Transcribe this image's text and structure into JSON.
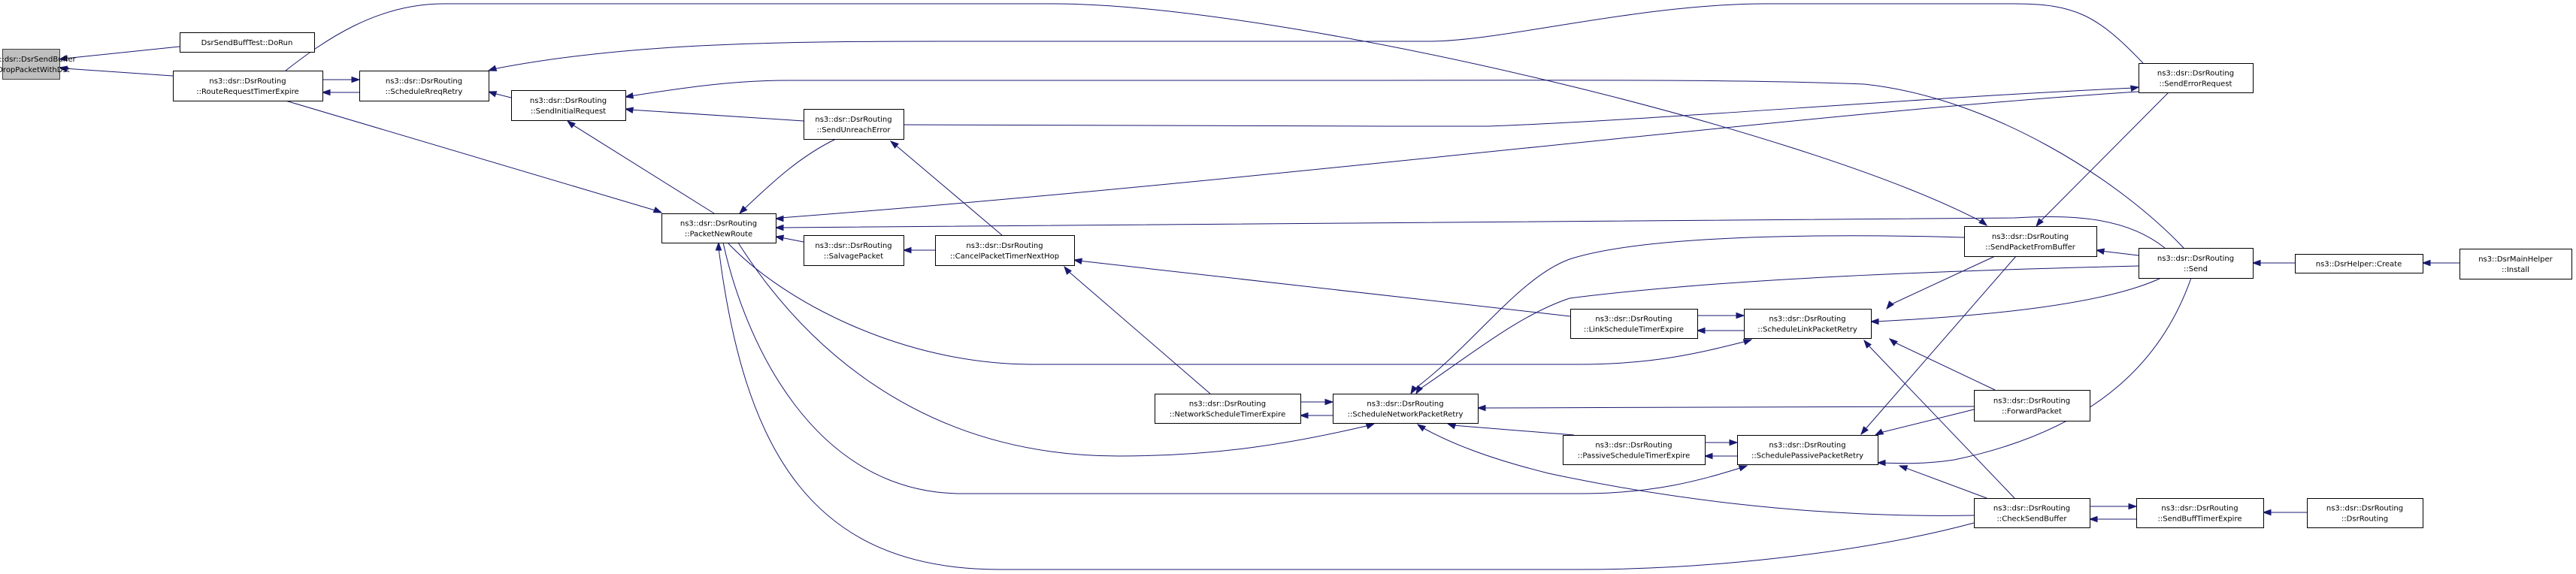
{
  "graph": {
    "title": "Caller graph of ns3::dsr::DsrSendBuffer::DropPacketWithDst",
    "colors": {
      "edge": "#191970",
      "highlight_fill": "#bfbfbf",
      "node_fill": "#ffffff",
      "node_border": "#000000"
    },
    "nodes": [
      {
        "id": "drop",
        "lines": [
          "ns3::dsr::DsrSendBuffer",
          "::DropPacketWithDst"
        ],
        "highlight": true
      },
      {
        "id": "dorun",
        "lines": [
          "DsrSendBuffTest::DoRun"
        ]
      },
      {
        "id": "rrte",
        "lines": [
          "ns3::dsr::DsrRouting",
          "::RouteRequestTimerExpire"
        ]
      },
      {
        "id": "srr",
        "lines": [
          "ns3::dsr::DsrRouting",
          "::ScheduleRreqRetry"
        ]
      },
      {
        "id": "sir",
        "lines": [
          "ns3::dsr::DsrRouting",
          "::SendInitialRequest"
        ]
      },
      {
        "id": "pnr",
        "lines": [
          "ns3::dsr::DsrRouting",
          "::PacketNewRoute"
        ]
      },
      {
        "id": "sue",
        "lines": [
          "ns3::dsr::DsrRouting",
          "::SendUnreachError"
        ]
      },
      {
        "id": "salv",
        "lines": [
          "ns3::dsr::DsrRouting",
          "::SalvagePacket"
        ]
      },
      {
        "id": "cptnh",
        "lines": [
          "ns3::dsr::DsrRouting",
          "::CancelPacketTimerNextHop"
        ]
      },
      {
        "id": "nste",
        "lines": [
          "ns3::dsr::DsrRouting",
          "::NetworkScheduleTimerExpire"
        ]
      },
      {
        "id": "snpr",
        "lines": [
          "ns3::dsr::DsrRouting",
          "::ScheduleNetworkPacketRetry"
        ]
      },
      {
        "id": "lste",
        "lines": [
          "ns3::dsr::DsrRouting",
          "::LinkScheduleTimerExpire"
        ]
      },
      {
        "id": "slpr",
        "lines": [
          "ns3::dsr::DsrRouting",
          "::ScheduleLinkPacketRetry"
        ]
      },
      {
        "id": "pste",
        "lines": [
          "ns3::dsr::DsrRouting",
          "::PassiveScheduleTimerExpire"
        ]
      },
      {
        "id": "sppr",
        "lines": [
          "ns3::dsr::DsrRouting",
          "::SchedulePassivePacketRetry"
        ]
      },
      {
        "id": "ser",
        "lines": [
          "ns3::dsr::DsrRouting",
          "::SendErrorRequest"
        ]
      },
      {
        "id": "spfb",
        "lines": [
          "ns3::dsr::DsrRouting",
          "::SendPacketFromBuffer"
        ]
      },
      {
        "id": "send",
        "lines": [
          "ns3::dsr::DsrRouting",
          "::Send"
        ]
      },
      {
        "id": "fwd",
        "lines": [
          "ns3::dsr::DsrRouting",
          "::ForwardPacket"
        ]
      },
      {
        "id": "csb",
        "lines": [
          "ns3::dsr::DsrRouting",
          "::CheckSendBuffer"
        ]
      },
      {
        "id": "sbte",
        "lines": [
          "ns3::dsr::DsrRouting",
          "::SendBuffTimerExpire"
        ]
      },
      {
        "id": "ctor",
        "lines": [
          "ns3::dsr::DsrRouting",
          "::DsrRouting"
        ]
      },
      {
        "id": "create",
        "lines": [
          "ns3::DsrHelper::Create"
        ]
      },
      {
        "id": "install",
        "lines": [
          "ns3::DsrMainHelper",
          "::Install"
        ]
      }
    ],
    "edges": [
      {
        "from": "dorun",
        "to": "drop"
      },
      {
        "from": "rrte",
        "to": "drop"
      },
      {
        "from": "rrte",
        "to": "srr"
      },
      {
        "from": "srr",
        "to": "rrte"
      },
      {
        "from": "sir",
        "to": "srr"
      },
      {
        "from": "ser",
        "to": "srr"
      },
      {
        "from": "rrte",
        "to": "pnr"
      },
      {
        "from": "rrte",
        "to": "spfb"
      },
      {
        "from": "pnr",
        "to": "sir"
      },
      {
        "from": "sue",
        "to": "sir"
      },
      {
        "from": "send",
        "to": "sir"
      },
      {
        "from": "sue",
        "to": "pnr"
      },
      {
        "from": "sue",
        "to": "ser"
      },
      {
        "from": "cptnh",
        "to": "sue"
      },
      {
        "from": "ser",
        "to": "pnr"
      },
      {
        "from": "send",
        "to": "pnr"
      },
      {
        "from": "salv",
        "to": "pnr"
      },
      {
        "from": "cptnh",
        "to": "salv"
      },
      {
        "from": "lste",
        "to": "cptnh"
      },
      {
        "from": "nste",
        "to": "cptnh"
      },
      {
        "from": "nste",
        "to": "snpr"
      },
      {
        "from": "snpr",
        "to": "nste"
      },
      {
        "from": "pnr",
        "to": "snpr"
      },
      {
        "from": "pnr",
        "to": "slpr"
      },
      {
        "from": "pnr",
        "to": "sppr"
      },
      {
        "from": "csb",
        "to": "pnr"
      },
      {
        "from": "lste",
        "to": "slpr"
      },
      {
        "from": "slpr",
        "to": "lste"
      },
      {
        "from": "pste",
        "to": "sppr"
      },
      {
        "from": "sppr",
        "to": "pste"
      },
      {
        "from": "spfb",
        "to": "snpr"
      },
      {
        "from": "send",
        "to": "snpr"
      },
      {
        "from": "fwd",
        "to": "snpr"
      },
      {
        "from": "pste",
        "to": "snpr"
      },
      {
        "from": "csb",
        "to": "snpr"
      },
      {
        "from": "spfb",
        "to": "slpr"
      },
      {
        "from": "send",
        "to": "slpr"
      },
      {
        "from": "fwd",
        "to": "slpr"
      },
      {
        "from": "csb",
        "to": "slpr"
      },
      {
        "from": "spfb",
        "to": "sppr"
      },
      {
        "from": "send",
        "to": "sppr"
      },
      {
        "from": "fwd",
        "to": "sppr"
      },
      {
        "from": "csb",
        "to": "sppr"
      },
      {
        "from": "ser",
        "to": "spfb"
      },
      {
        "from": "send",
        "to": "spfb"
      },
      {
        "from": "create",
        "to": "send"
      },
      {
        "from": "install",
        "to": "create"
      },
      {
        "from": "csb",
        "to": "sbte"
      },
      {
        "from": "sbte",
        "to": "csb"
      },
      {
        "from": "ctor",
        "to": "sbte"
      }
    ]
  }
}
